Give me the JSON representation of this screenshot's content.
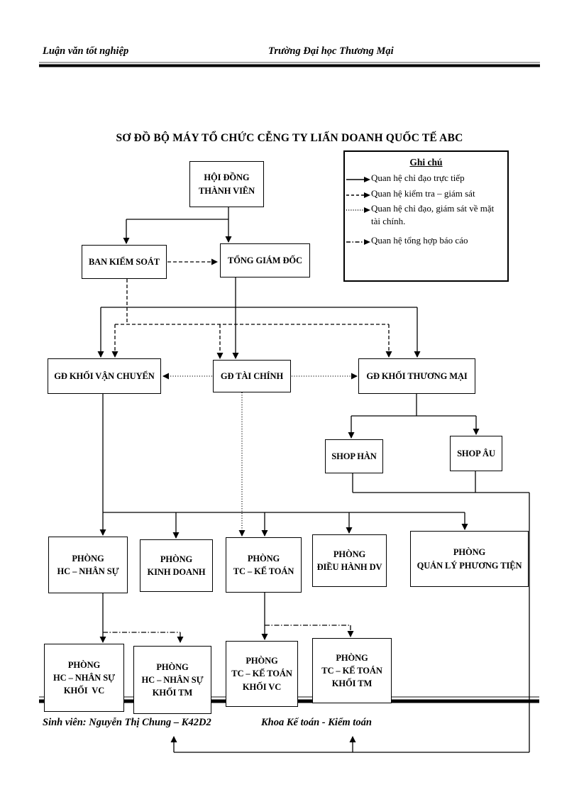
{
  "header": {
    "left": "Luận văn tốt nghiệp",
    "right": "Trường Đại học Thương Mại"
  },
  "title": "SƠ ĐỒ BỘ MÁY TỔ CHỨC CỄNG TY LIẤN DOANH QUỐC TẾ ABC",
  "legend": {
    "title": "Ghi chú",
    "items": [
      {
        "style": "solid",
        "label": "Quan hệ chỉ đạo trực tiếp"
      },
      {
        "style": "dashed",
        "label": "Quan hệ kiểm tra – giám sát"
      },
      {
        "style": "dotted",
        "label": "Quan hệ chỉ đạo, giám sát về mặt tài chính."
      },
      {
        "style": "dashdot",
        "label": "Quan hệ tổng hợp báo cáo"
      }
    ]
  },
  "nodes": {
    "hoi_dong": "HỘI ĐỒNG\nTHÀNH VIÊN",
    "ban_kiem_soat": "BAN KIỂM SOÁT",
    "tong_giam_doc": "TỔNG GIÁM ĐỐC",
    "gd_van_chuyen": "GĐ KHỐI VẬN CHUYỂN",
    "gd_tai_chinh": "GĐ TÀI CHÍNH",
    "gd_thuong_mai": "GĐ KHỐI THƯƠNG MẠI",
    "shop_han": "SHOP HÀN",
    "shop_au": "SHOP ÂU",
    "p_hc_nhan_su": "PHÒNG\nHC – NHÂN SỰ",
    "p_kinh_doanh": "PHÒNG\nKINH DOANH",
    "p_tc_ke_toan": "PHÒNG\nTC – KẾ TOÁN",
    "p_dieu_hanh": "PHÒNG\nĐIỀU HÀNH DV",
    "p_quan_ly": "PHÒNG\nQUẢN LÝ PHƯƠNG TIỆN",
    "p_hc_vc": "PHÒNG\nHC – NHÂN SỰ\nKHỐI  VC",
    "p_hc_tm": "PHÒNG\nHC – NHÂN SỰ\nKHỐI TM",
    "p_tc_vc": "PHÒNG\nTC – KẾ TOÁN\nKHỐI VC",
    "p_tc_tm": "PHÒNG\nTC – KẾ TOÁN\nKHỐI TM"
  },
  "footer": {
    "left": "Sinh viên: Nguyễn Thị Chung – K42D2",
    "right": "Khoa Kế toán - Kiểm toán"
  },
  "colors": {
    "ink": "#000000",
    "rule_gray": "#888888",
    "paper": "#ffffff"
  }
}
